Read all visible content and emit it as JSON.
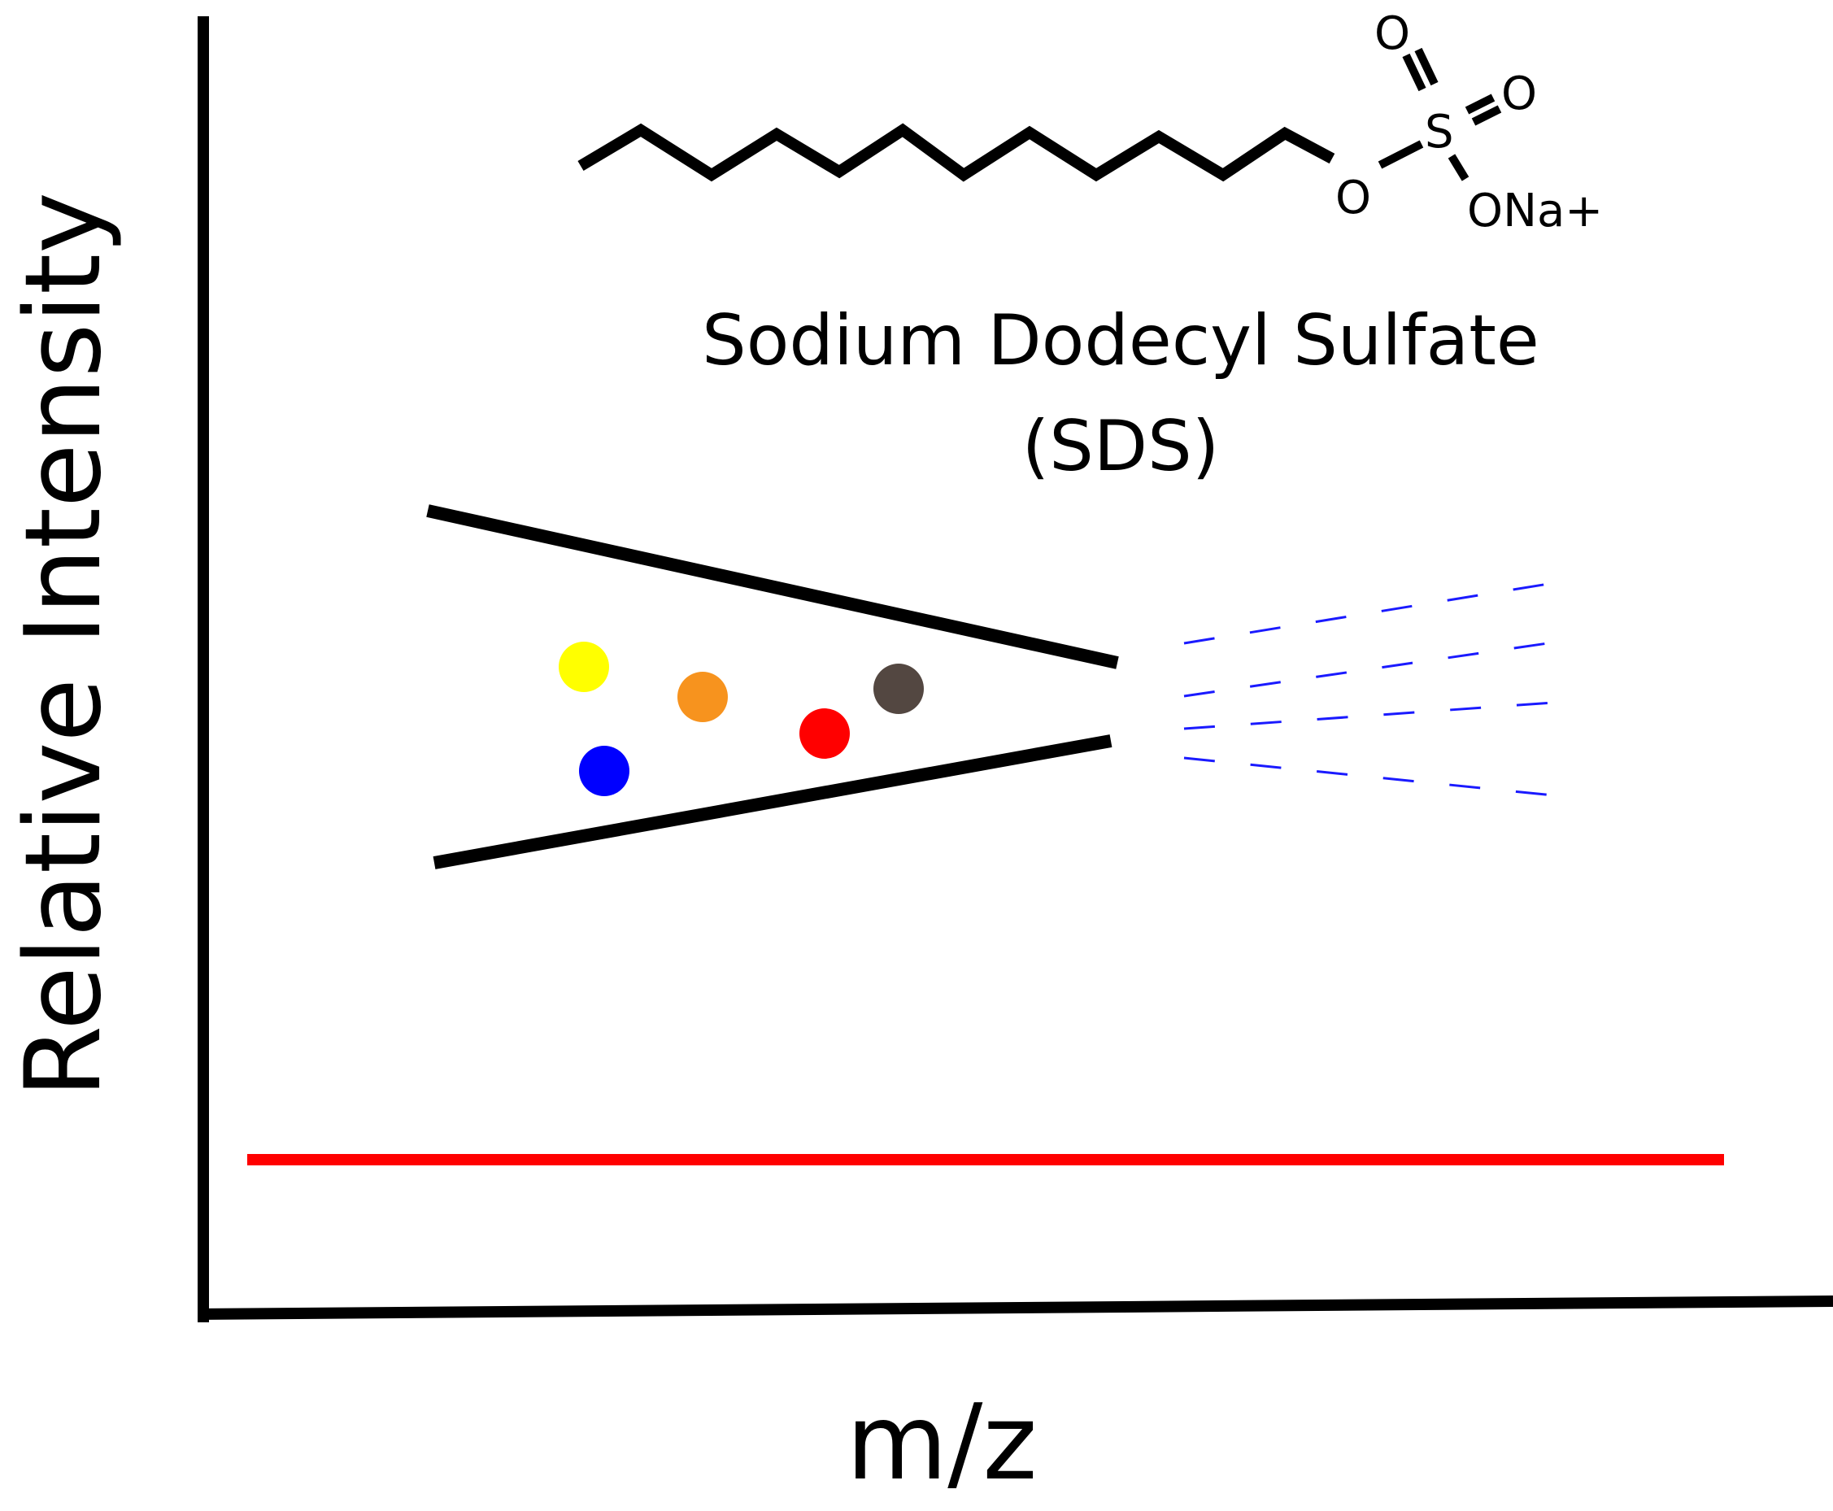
{
  "axes": {
    "y_label": "Relative Intensity",
    "x_label": "m/z"
  },
  "molecule": {
    "name_line1": "Sodium Dodecyl Sulfate",
    "name_line2": "(SDS)",
    "atoms": {
      "ester_oxygen": "O",
      "sulfur": "S",
      "top_oxygen": "O",
      "right_oxygen": "O",
      "sodium_salt": "ONa+"
    }
  },
  "colors": {
    "axis": "#000000",
    "baseline": "#ff0000",
    "spray": "#1a1aff",
    "droplets": [
      "#ffff00",
      "#f7931e",
      "#534741",
      "#ff0000",
      "#0000ff"
    ]
  },
  "droplets": [
    {
      "name": "yellow-droplet",
      "color": "#ffff00"
    },
    {
      "name": "orange-droplet",
      "color": "#f7931e"
    },
    {
      "name": "brown-droplet",
      "color": "#534741"
    },
    {
      "name": "red-droplet",
      "color": "#ff0000"
    },
    {
      "name": "blue-droplet",
      "color": "#0000ff"
    }
  ],
  "spectrum": {
    "baseline_signal": "flat"
  }
}
